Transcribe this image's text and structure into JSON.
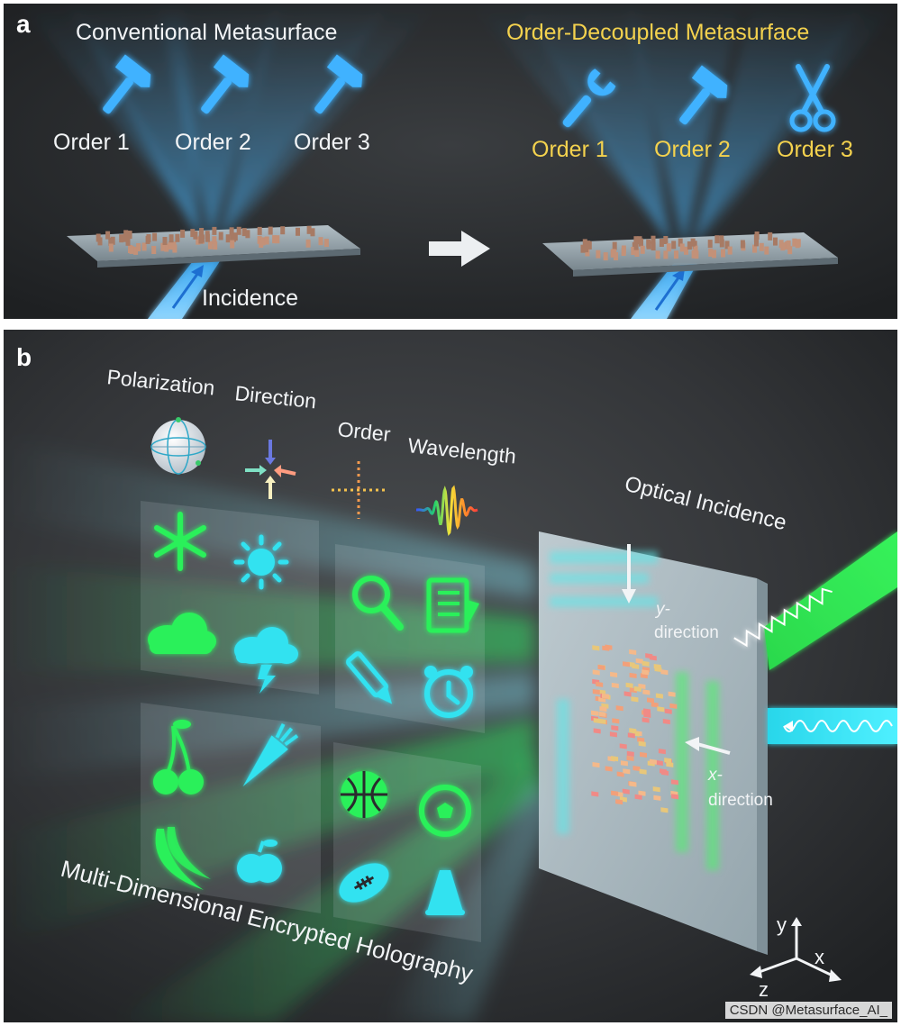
{
  "panel_a": {
    "letter": "a",
    "left_title": "Conventional Metasurface",
    "right_title": "Order-Decoupled Metasurface",
    "left_orders": [
      "Order 1",
      "Order 2",
      "Order 3"
    ],
    "right_orders": [
      "Order 1",
      "Order 2",
      "Order 3"
    ],
    "left_icons": [
      "hammer-icon",
      "hammer-icon",
      "hammer-icon"
    ],
    "right_icons": [
      "wrench-icon",
      "hammer-icon",
      "scissors-icon"
    ],
    "incidence_label": "Incidence",
    "colors": {
      "beam": "#3fb2ff",
      "order_yellow": "#f4d24e",
      "background": "#232527"
    }
  },
  "panel_b": {
    "letter": "b",
    "dimension_labels": [
      "Polarization",
      "Direction",
      "Order",
      "Wavelength"
    ],
    "dimension_icons": [
      "poincare-sphere-icon",
      "direction-arrows-icon",
      "order-cross-icon",
      "wavelength-wave-icon"
    ],
    "optical_incidence": "Optical Incidence",
    "y_direction": [
      "y-",
      "direction"
    ],
    "x_direction": [
      "x-",
      "direction"
    ],
    "hologram_title": "Multi-Dimensional Encrypted Holography",
    "axes": {
      "y": "y",
      "x": "x",
      "z": "z"
    },
    "tiles": [
      {
        "icons": [
          "snowflake-icon",
          "sun-icon",
          "cloud-icon",
          "storm-cloud-icon"
        ]
      },
      {
        "icons": [
          "magnifier-icon",
          "notebook-icon",
          "pen-icon",
          "alarm-clock-icon"
        ]
      },
      {
        "icons": [
          "cherries-icon",
          "carrot-icon",
          "banana-icon",
          "apple-icon"
        ]
      },
      {
        "icons": [
          "basketball-icon",
          "soccer-ball-icon",
          "football-icon",
          "megaphone-icon"
        ]
      }
    ],
    "colors": {
      "green": "#2cf05a",
      "cyan": "#33e2f0",
      "background": "#2a2c2e"
    }
  },
  "watermark": "CSDN @Metasurface_AI_"
}
